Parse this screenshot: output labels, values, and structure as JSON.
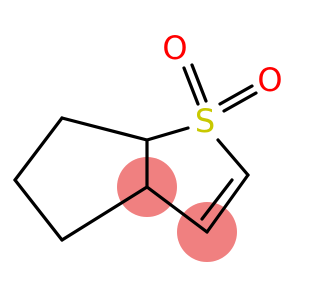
{
  "molecule": {
    "atoms": {
      "sulfur": {
        "symbol": "S",
        "color": "#c8c800"
      },
      "oxygen_top": {
        "symbol": "O",
        "color": "#ff0000"
      },
      "oxygen_right": {
        "symbol": "O",
        "color": "#ff0000"
      }
    },
    "highlight_color": "#f08080",
    "bond_color": "#000000"
  }
}
